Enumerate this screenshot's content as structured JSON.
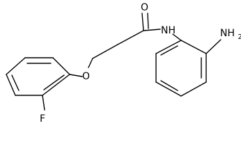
{
  "molecule": {
    "atoms": {
      "carbonyl_oxygen": "O",
      "amide_nh": "NH",
      "amine_nh2": "NH2",
      "ether_oxygen": "O",
      "fluorine": "F"
    }
  }
}
